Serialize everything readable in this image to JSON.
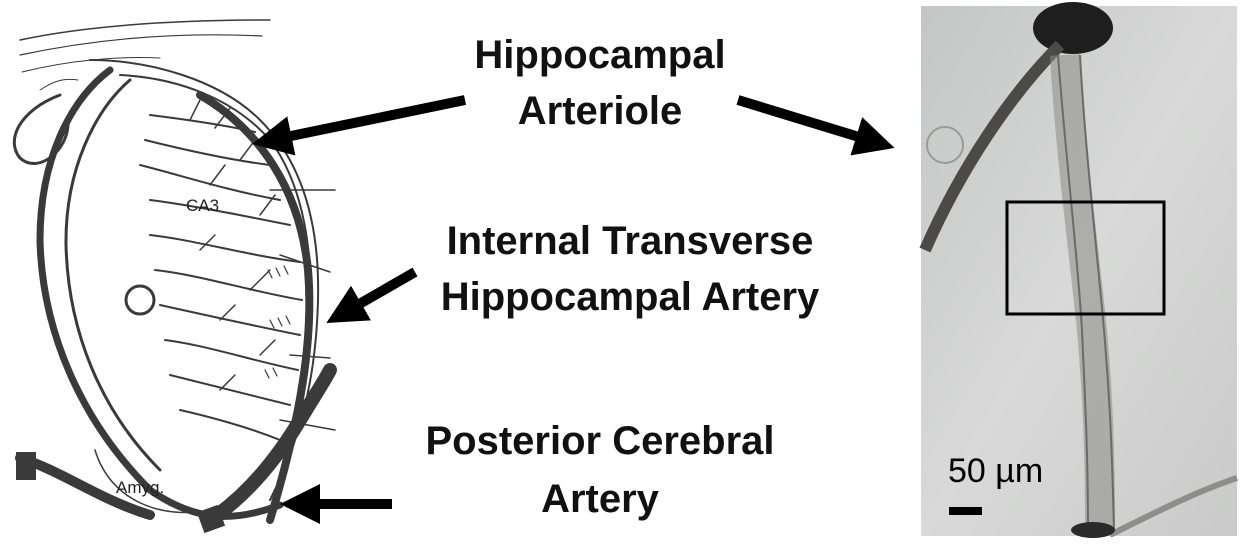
{
  "labels": {
    "arteriole_line1": "Hippocampal",
    "arteriole_line2": "Arteriole",
    "itha_line1": "Internal Transverse",
    "itha_line2": "Hippocampal Artery",
    "pca_line1": "Posterior Cerebral",
    "pca_line2": "Artery"
  },
  "drawing": {
    "ca3": "CA3",
    "amyg": "Amyg."
  },
  "micrograph": {
    "scale_bar": "50 µm"
  },
  "colors": {
    "vessel": "#3a3a3a",
    "micrograph_bg": "#cfd0cf",
    "arrow": "#000000"
  }
}
